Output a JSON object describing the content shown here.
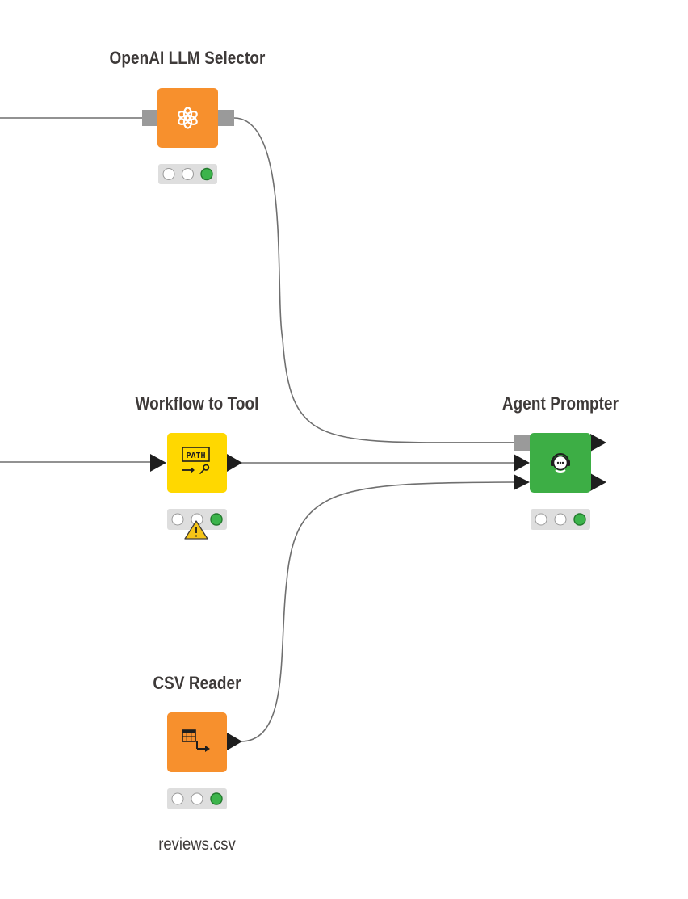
{
  "nodes": {
    "openai": {
      "title": "OpenAI LLM Selector",
      "icon": "openai-logo-icon",
      "color": "#f7902d",
      "status": "executed"
    },
    "workflow_tool": {
      "title": "Workflow to Tool",
      "icon": "path-to-tool-icon",
      "icon_text": "PATH",
      "color": "#ffd800",
      "status": "executed",
      "warning": true
    },
    "agent": {
      "title": "Agent Prompter",
      "icon": "agent-headset-icon",
      "color": "#3dae45",
      "status": "executed"
    },
    "csv": {
      "title": "CSV Reader",
      "icon": "table-reader-icon",
      "color": "#f7902d",
      "status": "executed",
      "annotation": "reviews.csv"
    }
  },
  "colors": {
    "connection": "#6f6f6f",
    "port_model": "#999999",
    "port_table": "#1e1e1e",
    "status_green": "#3cb44b",
    "status_box": "#dedede",
    "warning": "#f5c518"
  }
}
